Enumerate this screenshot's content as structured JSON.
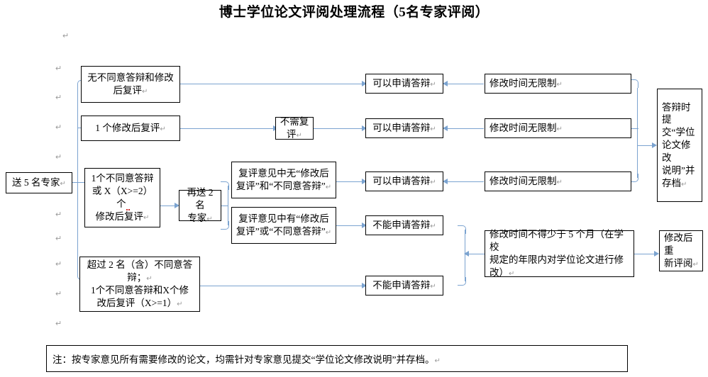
{
  "document": {
    "title": "博士学位论文评阅处理流程（5名专家评阅）",
    "note": "注：按专家意见所有需要修改的论文，均需针对专家意见提交“学位论文修改说明”并存档。",
    "eop_mark": "↵",
    "pilcrow": "↵"
  },
  "theme": {
    "connector_color": "#7ba3d0",
    "box_border_color": "#000000",
    "background": "#ffffff",
    "spellcheck_underline": "#d03030",
    "pilcrow_color": "#9a9a9a"
  },
  "flow": {
    "start": {
      "label": "送 5 名专家"
    },
    "conditions": [
      {
        "id": "cond-1",
        "label": "无不同意答辩和修改后复评"
      },
      {
        "id": "cond-2",
        "label": "1 个修改后复评"
      },
      {
        "id": "cond-3",
        "line1": "1个不同意答辩",
        "line2": "或 X（X>=2）个",
        "line3": "修改后复评"
      },
      {
        "id": "cond-4",
        "line1": "超过 2 名（含）不同意答",
        "line2": "辩；",
        "line3": "1个不同意答辩和X个修",
        "line4": "改后复评（X>=1）"
      }
    ],
    "resend": {
      "line1": "再送 2 名",
      "line2": "专家"
    },
    "no_rereview": {
      "label": "不需复评"
    },
    "review_opinions": [
      {
        "id": "op-none",
        "line1": "复评意见中无“修改后",
        "line2": "复评”和“不同意答辩”"
      },
      {
        "id": "op-has",
        "line1": "复评意见中有“修改后",
        "line2": "复评”或“不同意答辩”"
      }
    ],
    "outcomes": [
      {
        "id": "out-1",
        "label": "可以申请答辩"
      },
      {
        "id": "out-2",
        "label": "可以申请答辩"
      },
      {
        "id": "out-3",
        "label": "可以申请答辩"
      },
      {
        "id": "out-4",
        "label": "不能申请答辩"
      },
      {
        "id": "out-5",
        "label": "不能申请答辩"
      }
    ],
    "time_limits": [
      {
        "id": "tl-1",
        "label": "修改时间无限制"
      },
      {
        "id": "tl-2",
        "label": "修改时间无限制"
      },
      {
        "id": "tl-3",
        "label": "修改时间无限制"
      }
    ],
    "long_limit": {
      "line1": "修改时间不得少于 5 个月（在学校",
      "line2": "规定的年限内对学位论文进行修",
      "line3": "改）"
    },
    "archive": {
      "line1": "答辩时提",
      "line2": "交“学位",
      "line3": "论文修改",
      "line4": "说明”并",
      "line5": "存档"
    },
    "re_review": {
      "line1": "修改后重",
      "line2": "新评阅"
    }
  }
}
